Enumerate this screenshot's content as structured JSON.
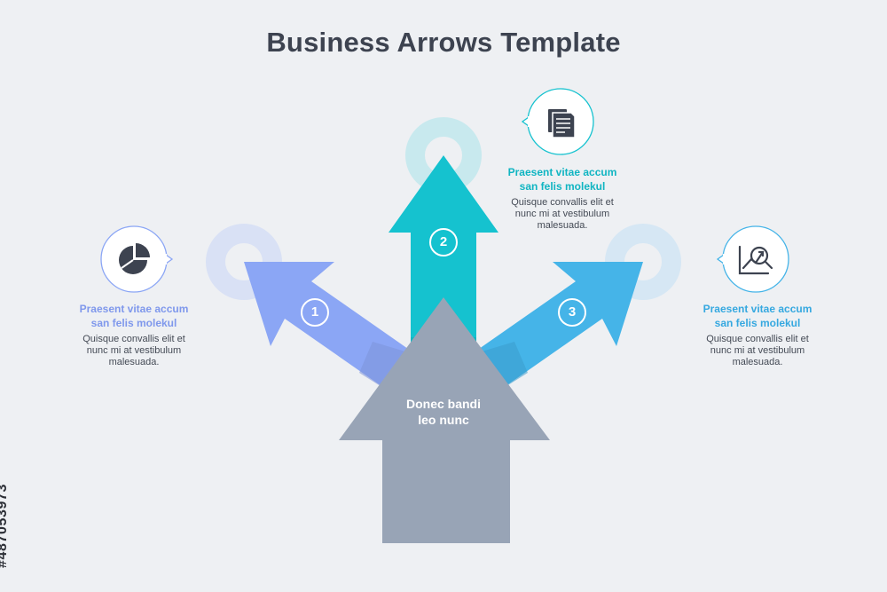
{
  "title": "Business Arrows Template",
  "center": {
    "label": "Donec bandi\nleo nunc"
  },
  "colors": {
    "background": "#eef0f3",
    "arrow_1": "#8ba6f5",
    "arrow_2": "#15c2cf",
    "arrow_3": "#45b4e8",
    "center_arrow": "#98a4b6",
    "icon_dark": "#3d4350"
  },
  "steps": [
    {
      "number": "1",
      "heading": "Praesent vitae  accum\nsan felis molekul",
      "body": "Quisque convallis elit et\nnunc mi at vestibulum\nmalesuada.",
      "icon": "pie-chart-icon",
      "color": "#8ba6f5"
    },
    {
      "number": "2",
      "heading": "Praesent vitae  accum\nsan felis molekul",
      "body": "Quisque convallis elit et\nnunc mi at vestibulum\nmalesuada.",
      "icon": "documents-icon",
      "color": "#15c2cf"
    },
    {
      "number": "3",
      "heading": "Praesent vitae  accum\nsan felis molekul",
      "body": "Quisque convallis elit et\nnunc mi at vestibulum\nmalesuada.",
      "icon": "chart-analysis-icon",
      "color": "#45b4e8"
    }
  ],
  "watermark": "#487053973"
}
